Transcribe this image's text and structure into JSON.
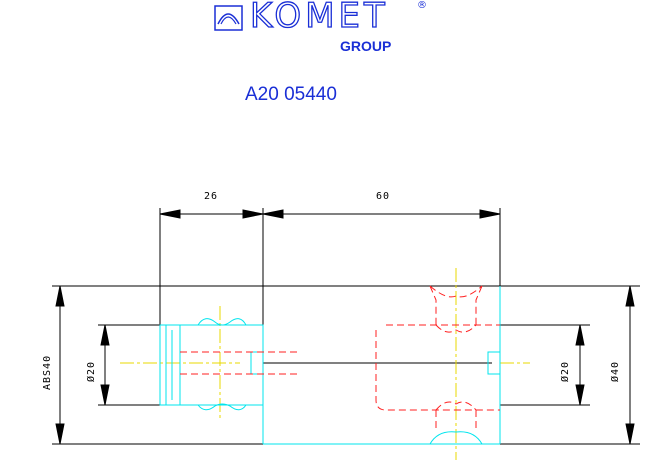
{
  "logo": {
    "brand": "KOMET",
    "registered": "®",
    "group": "GROUP"
  },
  "part_number": "A20 05440",
  "dimensions": {
    "length_left": "26",
    "length_right": "60",
    "abs": "ABS40",
    "bore_left": "Ø20",
    "bore_right": "Ø20",
    "outer_diameter": "Ø40"
  },
  "colors": {
    "brand": "#1a2fd6",
    "outline": "#00e5ee",
    "hidden": "#ff2020",
    "centerline": "#e8d800",
    "dimension": "#000000"
  }
}
